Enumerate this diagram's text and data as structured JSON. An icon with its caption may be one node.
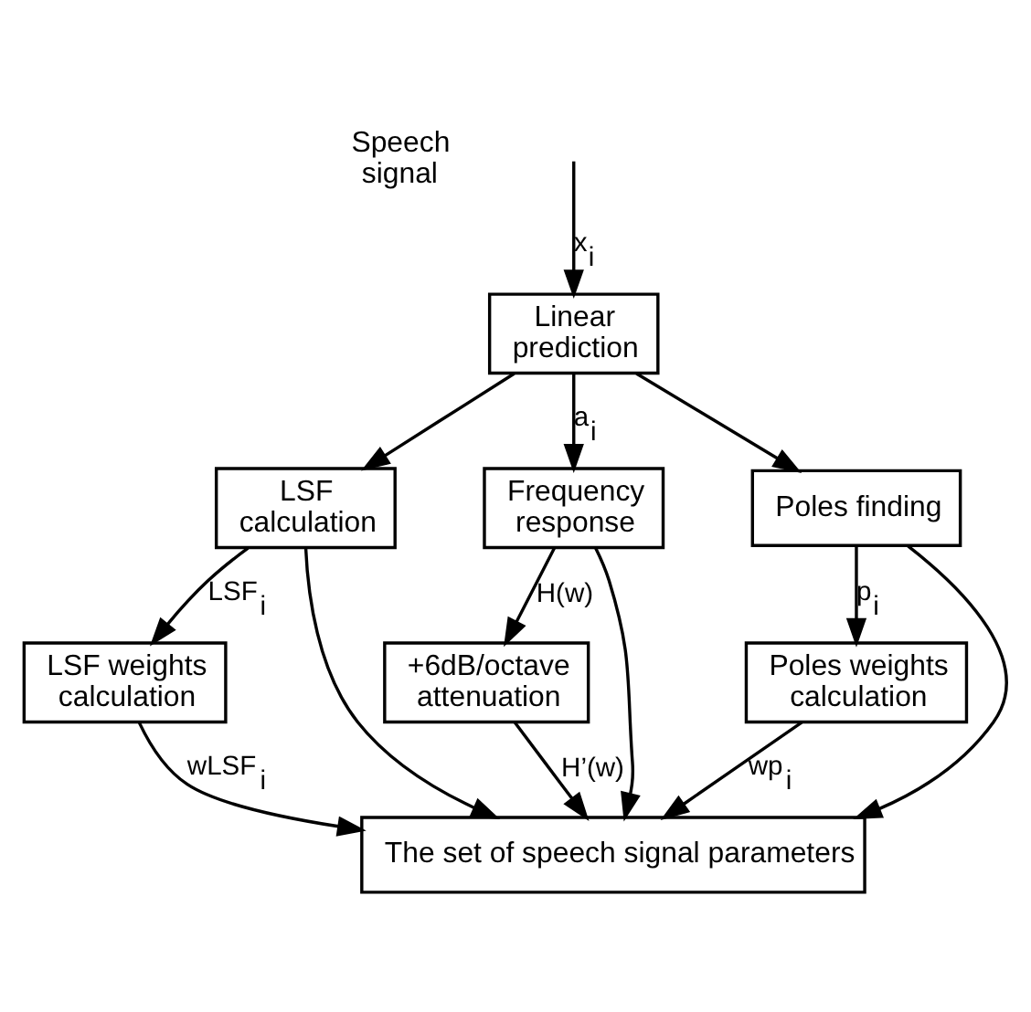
{
  "diagram": {
    "nodes": [
      {
        "text": [
          "Linear prediction"
        ]
      },
      {
        "text": [
          "LSF calculation"
        ]
      },
      {
        "text": [
          "Frequency response"
        ]
      },
      {
        "text": [
          "Poles finding"
        ]
      },
      {
        "text": [
          "LSF weights calculation"
        ]
      },
      {
        "text": [
          "+6dB/octave attenuation"
        ]
      },
      {
        "text": [
          "Poles weights calculation"
        ]
      },
      {
        "text": [
          "The set of speech signal parameters"
        ]
      }
    ],
    "edges": [
      {
        "from": null,
        "to": 0,
        "arrow": "to",
        "label": "x$_{i}$"
      },
      {
        "from": 0,
        "to": 1,
        "arrow": "to"
      },
      {
        "from": 0,
        "to": 2,
        "arrow": "to",
        "label": "a$_{i}$"
      },
      {
        "from": 0,
        "to": 3,
        "arrow": "to"
      },
      {
        "from": 1,
        "to": 7,
        "arrow": "to"
      },
      {
        "from": 1,
        "to": 4,
        "arrow": "to",
        "label": "LSF$_{i}$"
      },
      {
        "from": 2,
        "to": 7,
        "arrow": "to"
      },
      {
        "from": 2,
        "to": 5,
        "arrow": "to",
        "label": "H(w)"
      },
      {
        "from": 3,
        "to": 7,
        "arrow": "to"
      },
      {
        "from": 3,
        "to": 6,
        "arrow": "to",
        "label": "p$_{i}$"
      },
      {
        "from": 4,
        "to": 7,
        "arrow": "to",
        "label": "wLSF$_{i}$"
      },
      {
        "from": 5,
        "to": 7,
        "arrow": "to",
        "label": "H’(w)"
      },
      {
        "from": 6,
        "to": 7,
        "arrow": "to",
        "label": "wp$_{i}$"
      }
    ],
    "labels": [
      "Speech signal"
    ]
  }
}
